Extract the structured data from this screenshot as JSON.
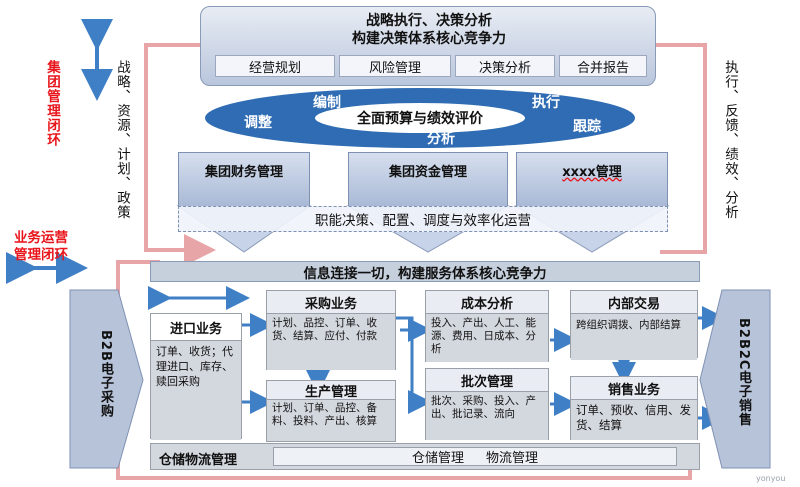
{
  "top": {
    "title1": "战略执行、决策分析",
    "title2": "构建决策体系核心竞争力",
    "pills": [
      "经营规划",
      "风险管理",
      "决策分析",
      "合并报告"
    ]
  },
  "cycle": {
    "center": "全面预算与绩效评价",
    "words": [
      "编制",
      "执行",
      "调整",
      "跟踪",
      "分析"
    ]
  },
  "mgmt": {
    "boxes": [
      "集团财务管理",
      "集团资金管理",
      "xxxx管理"
    ],
    "bar": "职能决策、配置、调度与效率化运营"
  },
  "left_vertical": "战略、资源、计划、政策",
  "right_vertical": "执行、反馈、绩效、分析",
  "left_red_top": "集团管理闭环",
  "left_red_mid": [
    "业务运营",
    "管理闭环"
  ],
  "info_bar": "信息连接一切，构建服务体系核心竞争力",
  "b2b": "B2B电子采购",
  "b2b2c": "B2B2C电子销售",
  "modules": {
    "import": {
      "title": "进口业务",
      "detail": "订单、收货；代理进口、库存、赎回采购"
    },
    "purchase": {
      "title": "采购业务",
      "detail": "计划、品控、订单、收货、结算、应付、付款"
    },
    "production": {
      "title": "生产管理",
      "detail": "计划、订单、品控、备料、投料、产出、核算"
    },
    "cost": {
      "title": "成本分析",
      "detail": "投入、产出、人工、能源、费用、日成本、分析"
    },
    "batch": {
      "title": "批次管理",
      "detail": "批次、采购、投入、产出、批记录、流向"
    },
    "internal": {
      "title": "内部交易",
      "detail": "跨组织调拨、内部结算"
    },
    "sales": {
      "title": "销售业务",
      "detail": "订单、预收、信用、发货、结算"
    }
  },
  "warehouse": {
    "title": "仓储物流管理",
    "items": [
      "仓储管理",
      "物流管理"
    ]
  },
  "watermark": "yonyou"
}
